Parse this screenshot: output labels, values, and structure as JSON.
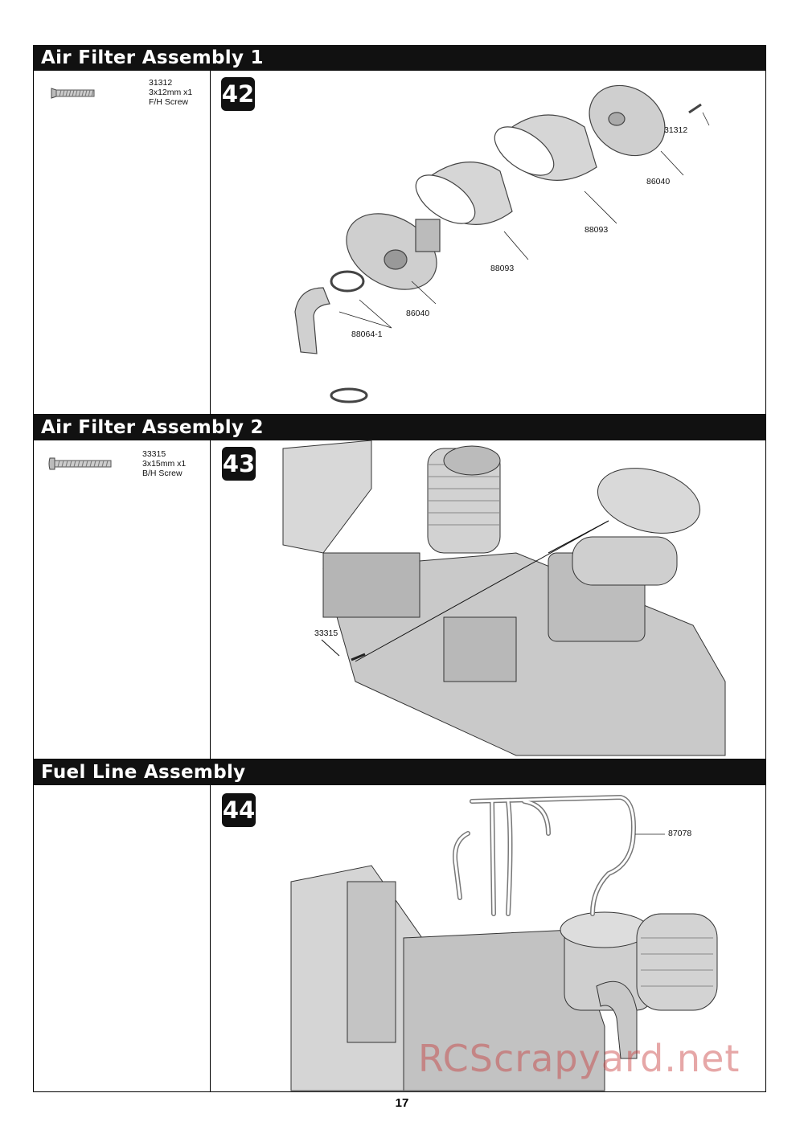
{
  "sections": [
    {
      "title": "Air Filter Assembly 1",
      "step": "42",
      "parts": {
        "number": "31312",
        "size": "3x12mm x1",
        "type": "F/H Screw"
      },
      "callouts": [
        "31312",
        "86040",
        "88093",
        "88093",
        "86040",
        "88064-1"
      ]
    },
    {
      "title": "Air Filter Assembly 2",
      "step": "43",
      "parts": {
        "number": "33315",
        "size": "3x15mm x1",
        "type": "B/H Screw"
      },
      "callouts": [
        "33315"
      ]
    },
    {
      "title": "Fuel Line Assembly",
      "step": "44",
      "callouts": [
        "87078"
      ]
    }
  ],
  "page_number": "17",
  "watermark": "RCScrapyard.net"
}
